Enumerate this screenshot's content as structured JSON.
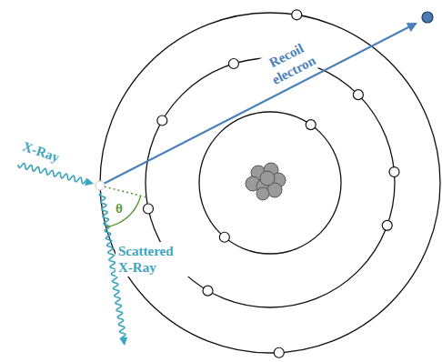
{
  "diagram": {
    "labels": [
      "X-Ray",
      "Recoil electron",
      "θ",
      "Scattered X-Ray"
    ]
  }
}
